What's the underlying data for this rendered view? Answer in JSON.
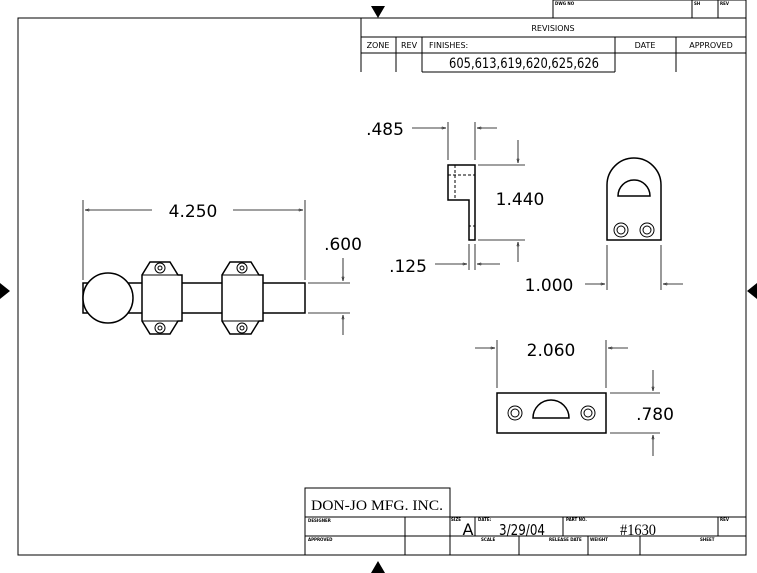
{
  "revisions": {
    "dwg_no_label": "DWG NO",
    "sh_label": "SH",
    "rev_label": "REV",
    "title": "REVISIONS",
    "columns": [
      "ZONE",
      "REV",
      "FINISHES:",
      "DATE",
      "APPROVED"
    ],
    "finishes": "605,613,619,620,625,626"
  },
  "dimensions": {
    "overall_length": "4.250",
    "height": ".600",
    "thickness": ".485",
    "side_height": "1.440",
    "plate_thickness": ".125",
    "width": "1.000",
    "strike_length": "2.060",
    "strike_height": ".780"
  },
  "title_block": {
    "company": "DON-JO MFG. INC.",
    "designer_label": "DESIGNER",
    "approved_label": "APPROVED",
    "size_label": "SIZE",
    "size": "A",
    "date_label": "DATE:",
    "date": "3/29/04",
    "part_no_label": "PART NO.",
    "part_no": "#1630",
    "rev_label": "REV",
    "scale_label": "SCALE",
    "release_date_label": "RELEASE DATE",
    "weight_label": "WEIGHT",
    "sheet_label": "SHEET"
  }
}
